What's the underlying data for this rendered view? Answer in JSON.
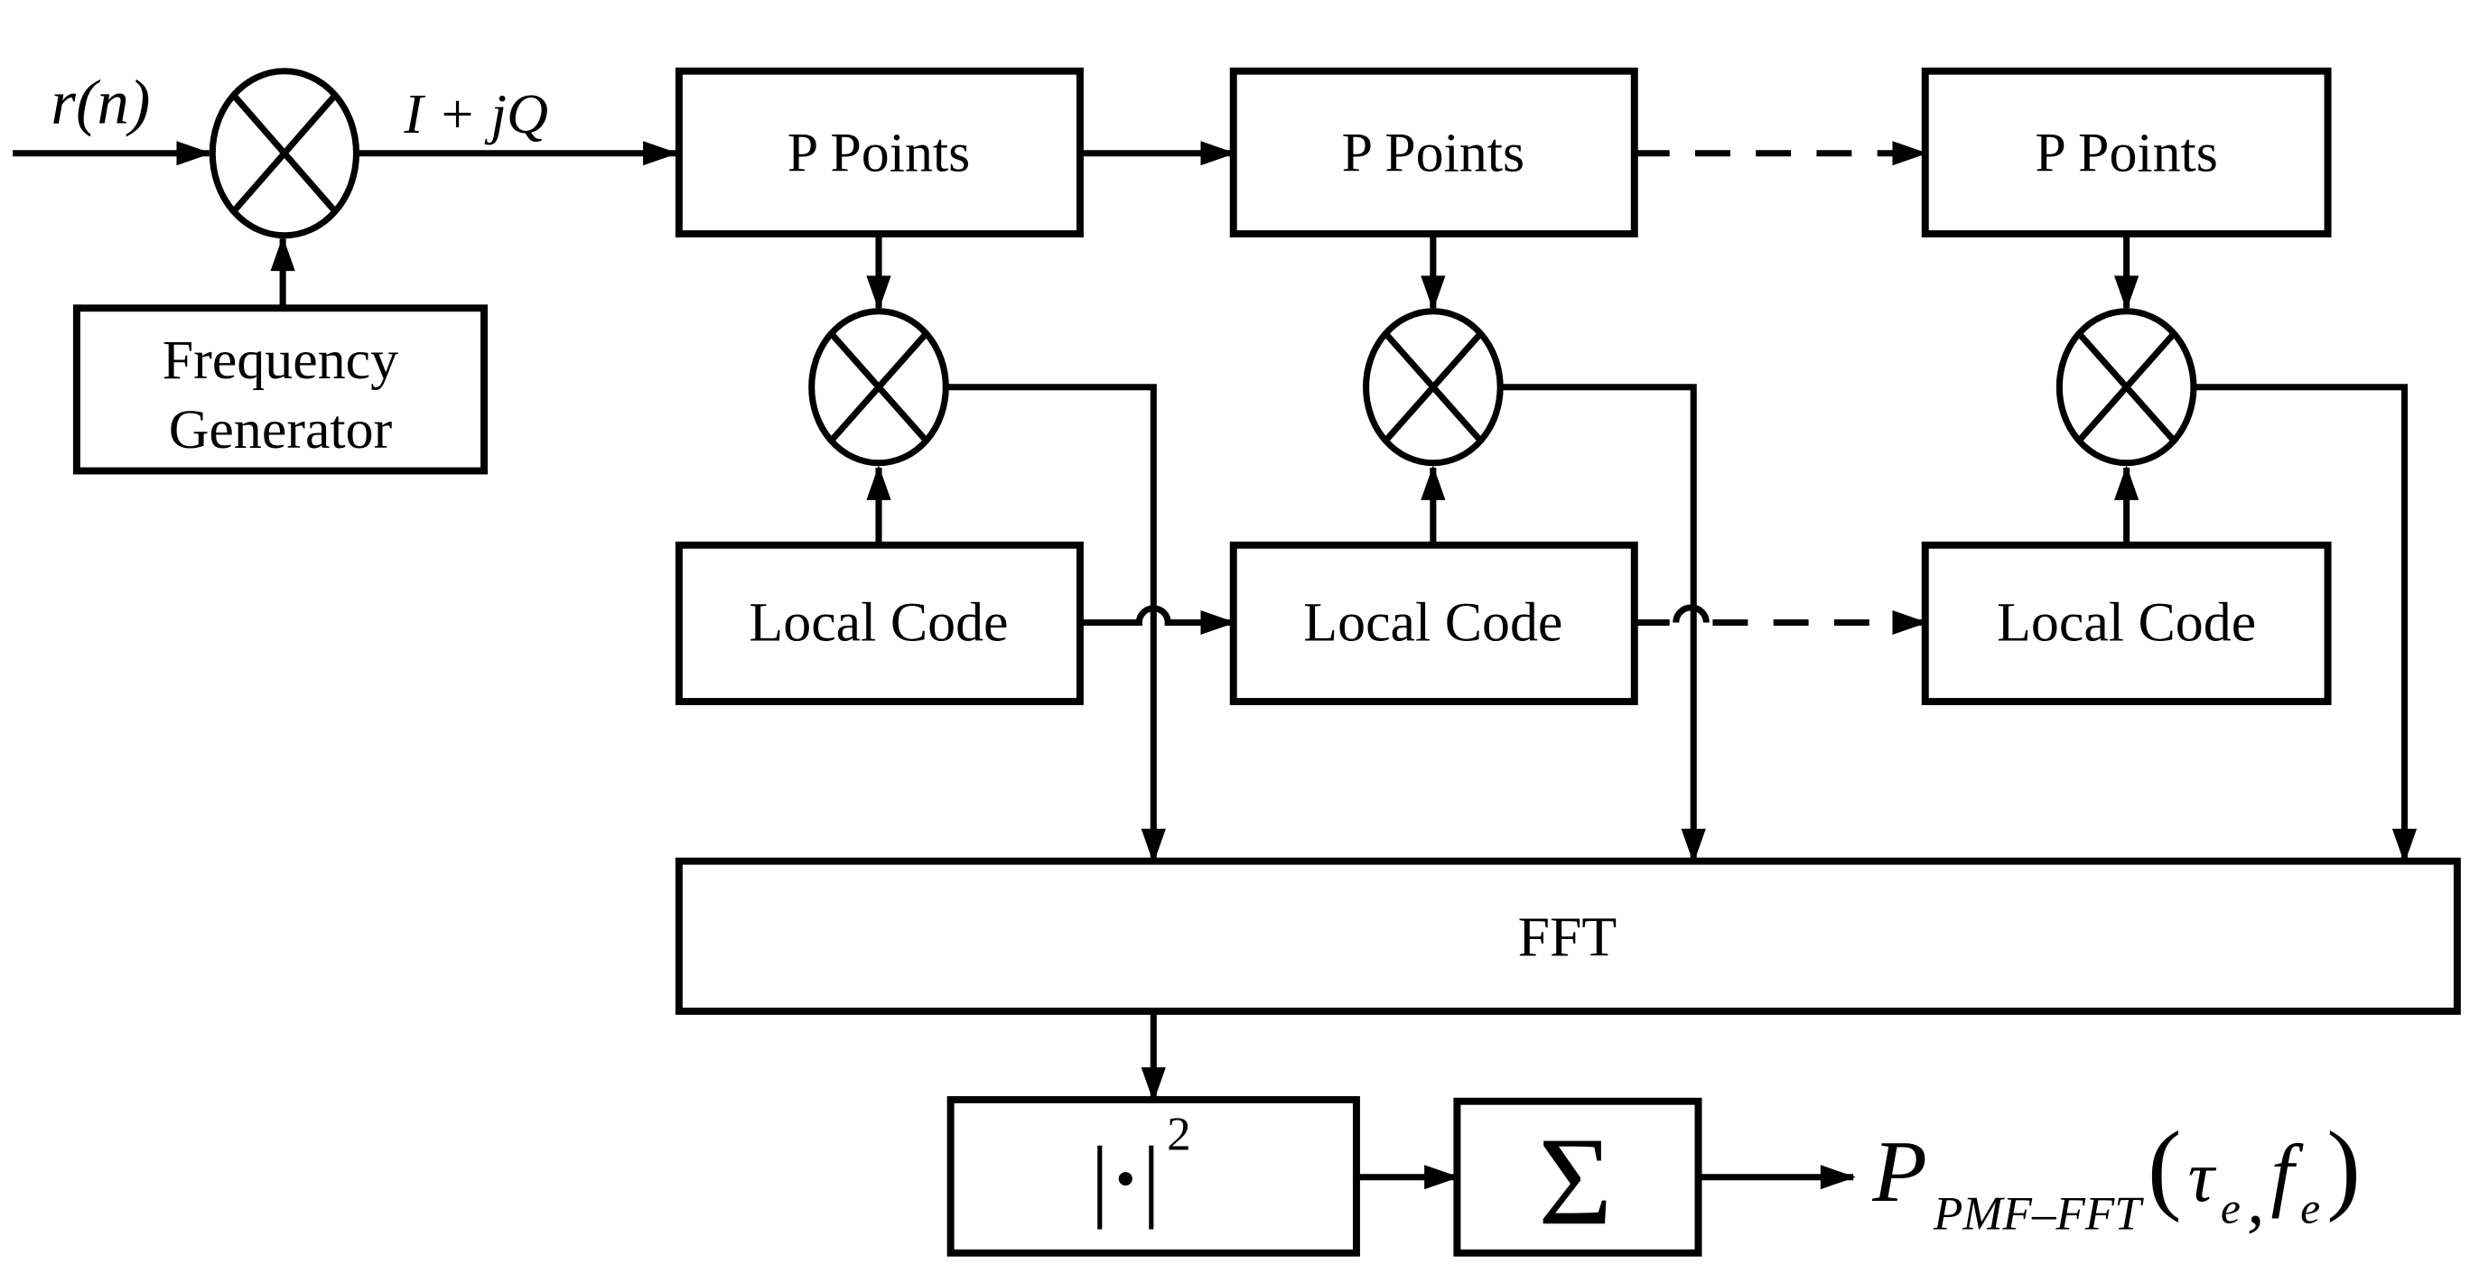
{
  "figure": {
    "background": "#ffffff",
    "ink_color": "#000000",
    "input_label": "r(n)",
    "mixer_output_label": "I + jQ",
    "frequency_generator": {
      "line1": "Frequency",
      "line2": "Generator"
    },
    "branches": [
      {
        "p_points": "P Points",
        "local_code": "Local Code"
      },
      {
        "p_points": "P Points",
        "local_code": "Local Code"
      },
      {
        "p_points": "P Points",
        "local_code": "Local Code"
      }
    ],
    "fft_label": "FFT",
    "magnitude": {
      "left_bar": "|",
      "dot": "•",
      "right_bar": "|",
      "exponent": "2"
    },
    "sum_symbol": "Σ",
    "output_label": {
      "base": "P",
      "subscript": "PMF–FFT",
      "open_paren": "(",
      "arg1": "τ",
      "arg1_subscript": "e",
      "comma": ",",
      "arg2": "f",
      "arg2_subscript": "e",
      "close_paren": ")"
    }
  }
}
